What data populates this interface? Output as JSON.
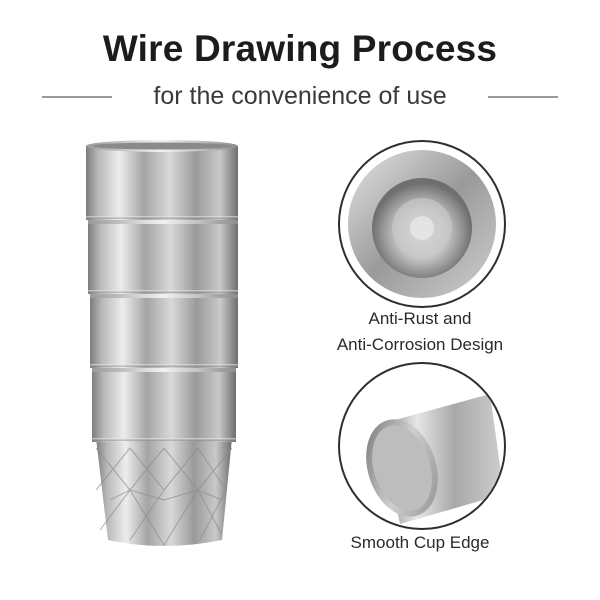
{
  "header": {
    "title": "Wire Drawing Process",
    "subtitle": "for the convenience of use"
  },
  "features": [
    {
      "line1": "Anti-Rust and",
      "line2": "Anti-Corrosion Design",
      "icon": "cup-interior-icon"
    },
    {
      "line1": "Smooth Cup Edge",
      "line2": "",
      "icon": "cup-edge-icon"
    }
  ],
  "colors": {
    "background": "#ffffff",
    "steel_light": "#e6e6e6",
    "steel_dark": "#8a8a8a",
    "text": "#1c1c1c"
  }
}
